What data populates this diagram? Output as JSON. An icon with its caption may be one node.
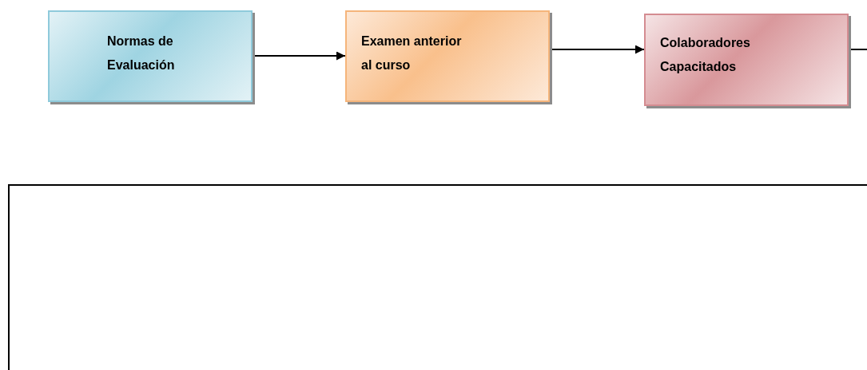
{
  "diagram": {
    "nodes": [
      {
        "text": [
          "Normas de Evaluación"
        ]
      },
      {
        "text": [
          "Examen anterior al curso"
        ]
      },
      {
        "text": [
          "Colaboradores Capacitados"
        ]
      },
      {
        "text": [],
        "shape": "box"
      }
    ],
    "edges": [
      {
        "from": 0,
        "to": 1,
        "arrow": "to"
      },
      {
        "from": 1,
        "to": 2,
        "arrow": "to"
      },
      {
        "from": 2,
        "to": null,
        "arrow": "none"
      }
    ]
  }
}
